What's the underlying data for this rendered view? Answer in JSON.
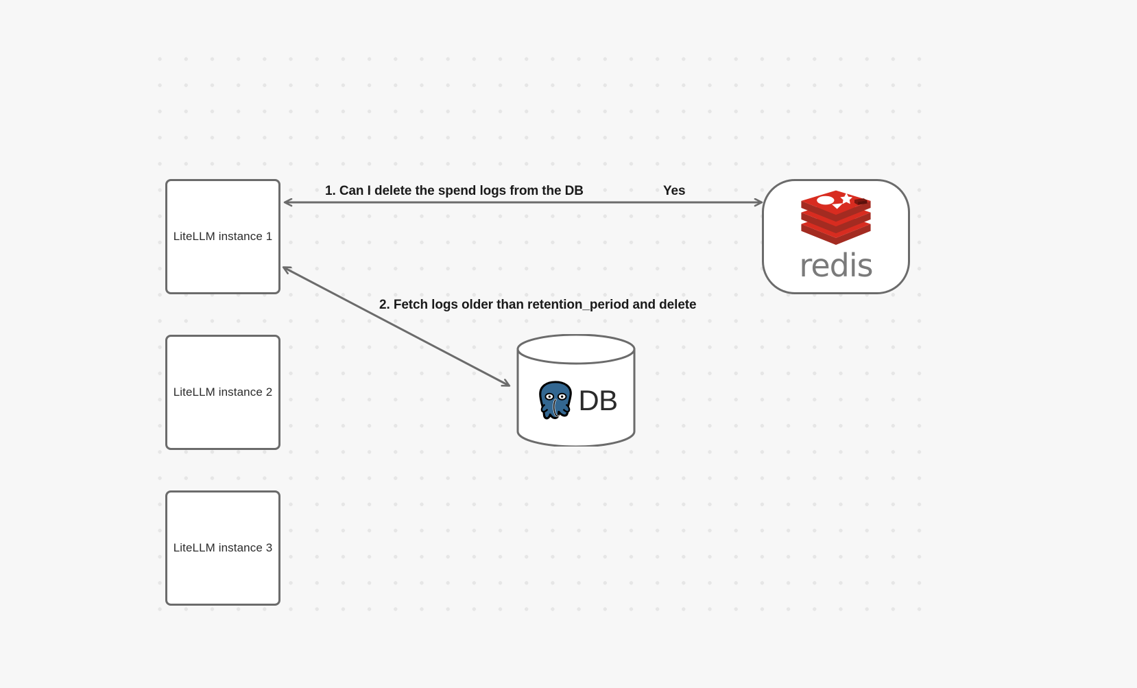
{
  "canvas": {
    "background_color": "#f7f7f7",
    "grid_dot_color": "#e6e6e6"
  },
  "nodes": {
    "litellm_1": {
      "label": "LiteLLM instance 1"
    },
    "litellm_2": {
      "label": "LiteLLM instance 2"
    },
    "litellm_3": {
      "label": "LiteLLM instance 3"
    },
    "redis": {
      "wordmark": "redis",
      "logo_name": "redis-logo",
      "logo_color": "#d82c20",
      "wordmark_color": "#7a7a7a"
    },
    "database": {
      "label": "DB",
      "logo_name": "postgresql-elephant-logo",
      "logo_color": "#336791",
      "shape": "cylinder"
    }
  },
  "edges": [
    {
      "name": "edge-litellm1-redis",
      "label": "1.  Can I delete the spend logs from the DB",
      "reply_label": "Yes",
      "from": "litellm_1",
      "to": "redis",
      "direction": "bidirectional",
      "stroke": "#6b6b6b"
    },
    {
      "name": "edge-litellm1-db",
      "label": "2.  Fetch logs older than retention_period and delete",
      "from": "litellm_1",
      "to": "database",
      "direction": "bidirectional",
      "stroke": "#6b6b6b"
    }
  ]
}
